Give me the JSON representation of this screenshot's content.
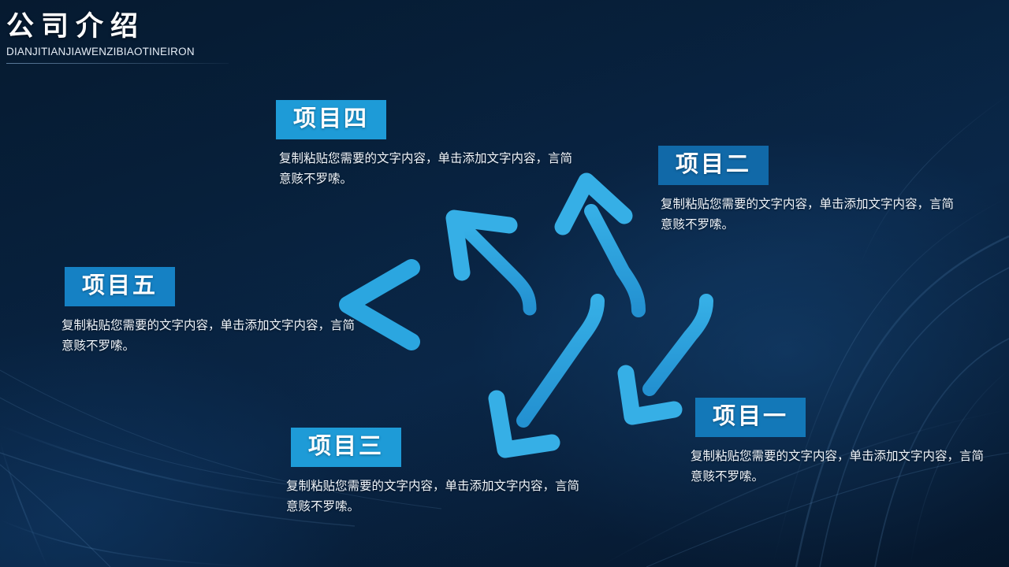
{
  "header": {
    "title": "公司介绍",
    "subtitle": "DIANJITIANJIAWENZIBIAOTINEIRON"
  },
  "theme": {
    "background_dark": "#061a30",
    "background_mid": "#0a2849",
    "arrow_light": "#29A3DC",
    "arrow_mid": "#2196D4",
    "text_light": "#f0f5fb"
  },
  "diagram": {
    "type": "arrow-fishbone",
    "trunk_direction": "left",
    "branch_count": 4,
    "branches": [
      {
        "name": "branch-up-left",
        "direction": "up-left"
      },
      {
        "name": "branch-up-right",
        "direction": "up"
      },
      {
        "name": "branch-down-left",
        "direction": "down-left"
      },
      {
        "name": "branch-down-right",
        "direction": "down-left"
      }
    ]
  },
  "items": [
    {
      "id": "item-four",
      "label": "项目四",
      "body": "复制粘贴您需要的文字内容，单击添加文字内容，言简意赅不罗嗦。",
      "chip_color": "#1E9BD7"
    },
    {
      "id": "item-two",
      "label": "项目二",
      "body": "复制粘贴您需要的文字内容，单击添加文字内容，言简意赅不罗嗦。",
      "chip_color": "#1169A8"
    },
    {
      "id": "item-five",
      "label": "项目五",
      "body": "复制粘贴您需要的文字内容，单击添加文字内容，言简意赅不罗嗦。",
      "chip_color": "#1581C4"
    },
    {
      "id": "item-three",
      "label": "项目三",
      "body": "复制粘贴您需要的文字内容，单击添加文字内容，言简意赅不罗嗦。",
      "chip_color": "#1E9BD7"
    },
    {
      "id": "item-one",
      "label": "项目一",
      "body": "复制粘贴您需要的文字内容，单击添加文字内容，言简意赅不罗嗦。",
      "chip_color": "#1378B8"
    }
  ]
}
